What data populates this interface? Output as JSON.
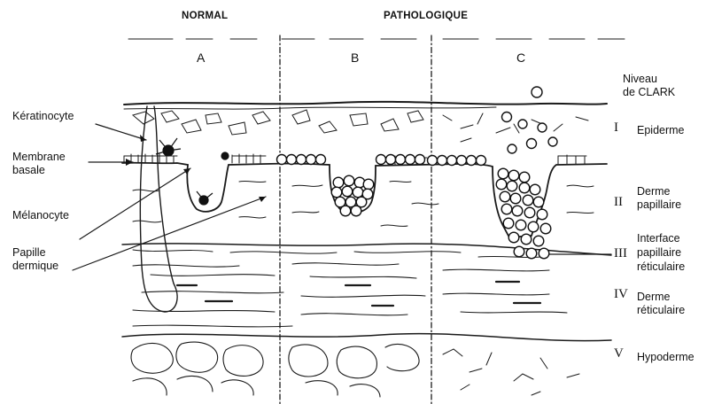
{
  "headers": {
    "normal": "NORMAL",
    "pathologique": "PATHOLOGIQUE"
  },
  "columns": {
    "a": "A",
    "b": "B",
    "c": "C"
  },
  "clark_title": [
    "Niveau",
    "de CLARK"
  ],
  "left_labels": {
    "keratinocyte": "Kératinocyte",
    "membrane": [
      "Membrane",
      "basale"
    ],
    "melanocyte": "Mélanocyte",
    "papille": [
      "Papille",
      "dermique"
    ]
  },
  "levels": [
    {
      "numeral": "I",
      "label": [
        "Epiderme"
      ]
    },
    {
      "numeral": "II",
      "label": [
        "Derme",
        "papillaire"
      ]
    },
    {
      "numeral": "III",
      "label": [
        "Interface",
        "papillaire",
        "réticulaire"
      ]
    },
    {
      "numeral": "IV",
      "label": [
        "Derme",
        "réticulaire"
      ]
    },
    {
      "numeral": "V",
      "label": [
        "Hypoderme"
      ]
    }
  ]
}
